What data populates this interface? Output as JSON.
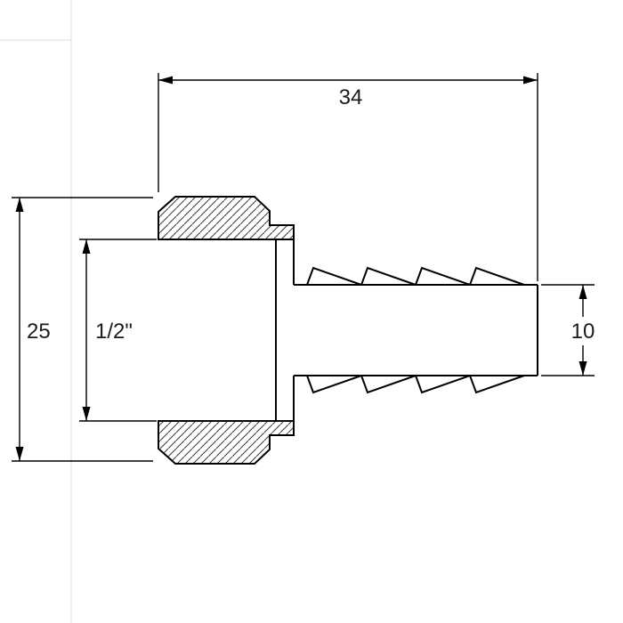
{
  "drawing": {
    "dimensions": {
      "overall_length": {
        "value": "34"
      },
      "hex_height": {
        "value": "25"
      },
      "thread_size": {
        "value": "1/2\""
      },
      "barb_diameter": {
        "value": "10"
      }
    },
    "colors": {
      "line": "#000000",
      "text": "#1c1c1c",
      "guide": "#dedede",
      "background": "#ffffff"
    }
  }
}
